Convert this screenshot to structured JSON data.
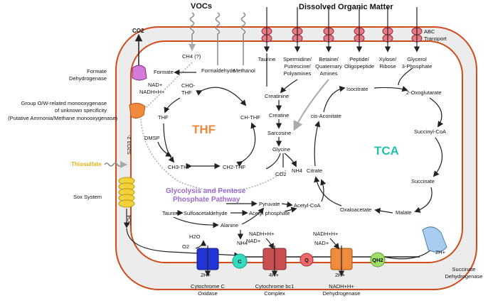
{
  "headers": {
    "vocs": "VOCs",
    "dom": "Dissolved Organic Matter"
  },
  "abc": {
    "line1": "ABC",
    "line2": "Transport"
  },
  "transport_labels": [
    [
      "Taurine"
    ],
    [
      "Spermidine/",
      "Putrescine/",
      "Polyamines"
    ],
    [
      "Betaine/",
      "Quaternary",
      "Amines"
    ],
    [
      "Peptide/",
      "Oligopeptide"
    ],
    [
      "Xylose/",
      "Ribose"
    ],
    [
      "Glycerol",
      "3-Phosphate"
    ]
  ],
  "voc_labels": {
    "ch4": "CH4 (?)",
    "formaldehyde": "Formaldehyde",
    "methanol": "Methanol"
  },
  "left_labels": {
    "formate_dh": [
      "Formate",
      "Dehydrogenase"
    ],
    "amo": [
      "Group O/W-related monooxygenase",
      "of unknown specificity",
      "(Putative Ammonia/Methane monooxygenase)"
    ],
    "thiosulfate": "Thiosulfate",
    "sox": "Sox System",
    "co2": "CO2",
    "s2o3": "S2O3 2-",
    "so4": "SO4"
  },
  "thf": {
    "title": "THF",
    "formate": "Formate",
    "nad": "NAD+",
    "nadh": "NADH+H+",
    "cho_thf": [
      "CHO-",
      "THF"
    ],
    "thf": "THF",
    "ch_thf": "CH-THF",
    "dmsp": "DMSP",
    "ch3_thf": "CH3-THF",
    "ch2_thf": "CH2-THF",
    "glycine": "Glycine",
    "co2": "CO2",
    "nh4": "NH4"
  },
  "amino": {
    "creatinine": "Creatinine",
    "creatine": "Creatine",
    "sarcosine": "Sarcosine"
  },
  "tca": {
    "title": "TCA",
    "isocitrate": "Isocitrate",
    "oxoglutarate": "2-Oxoglutarate",
    "cis_aconitate": "cis-Aconitate",
    "succinyl_coa": "Succinyl-CoA",
    "citrate": "Citrate",
    "succinate": "Succinate",
    "oxaloacetate": "Oxaloacetate",
    "malate": "Malate"
  },
  "glyco": {
    "title1": "Glycolysis and Pentose",
    "title2": "Phosphate Pathway",
    "pyruvate": "Pyruvate",
    "acetyl_coa": "Acetyl-CoA",
    "taurine": "Taurine",
    "sulfoacetaldehyde": "Sulfoacetaldehyde",
    "acetyl_phosphate": "Acetyl phosphate",
    "alanine": "Alanine",
    "nh4": "NH4"
  },
  "etc": {
    "h2o": "H2O",
    "o2": "O2",
    "c": "C",
    "q": "Q",
    "qh2": "QH2",
    "h2_a": "2H+",
    "h4": "4H+",
    "h2_b": "2H+",
    "h2_c": "2H+",
    "nadh1": "NADH+H+",
    "nad1": "NAD+",
    "nadh2": "NADH+H+",
    "nad2": "NAD+",
    "cyt_c": [
      "Cytochrome C",
      "Oxidase"
    ],
    "bc1": [
      "Cytochrome bc1",
      "Complex"
    ],
    "nadh_dh": [
      "NADH+H+",
      "Dehydrogenase"
    ],
    "succ_dh": [
      "Succinate",
      "Dehydrogenase"
    ]
  },
  "colors": {
    "membrane": "#d04a1a",
    "periplasm": "#ececec",
    "thf": "#f08a3c",
    "tca": "#22c2aa",
    "glyco": "#9a6ad2",
    "thiosulfate": "#e3b21a",
    "cyt_c_oxidase": "#2236d8",
    "bc1": "#c85050",
    "q": "#ef6a6a",
    "nadh_dh": "#f08a3c",
    "qh2": "#9ee06a",
    "succ_dh": "#a8cdf0",
    "formate_dh": "#d47ad8",
    "amo": "#f08a3c",
    "abc": "#e87a86"
  }
}
